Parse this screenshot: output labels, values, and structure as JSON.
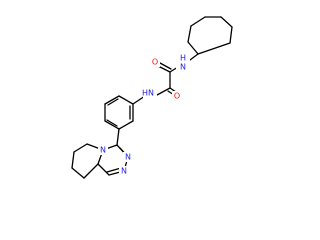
{
  "molecule": {
    "atom_labels": {
      "nh_top": "H",
      "n_top": "N",
      "o_top": "O",
      "o_bottom": "O",
      "nh_mid": "H",
      "n_mid": "N",
      "n_ring1": "N",
      "n_ring2": "N",
      "n_ring3": "N"
    },
    "colors": {
      "carbon": "#000000",
      "nitrogen": "#1f1fe0",
      "oxygen": "#ff0d0d",
      "background": "#ffffff"
    }
  }
}
